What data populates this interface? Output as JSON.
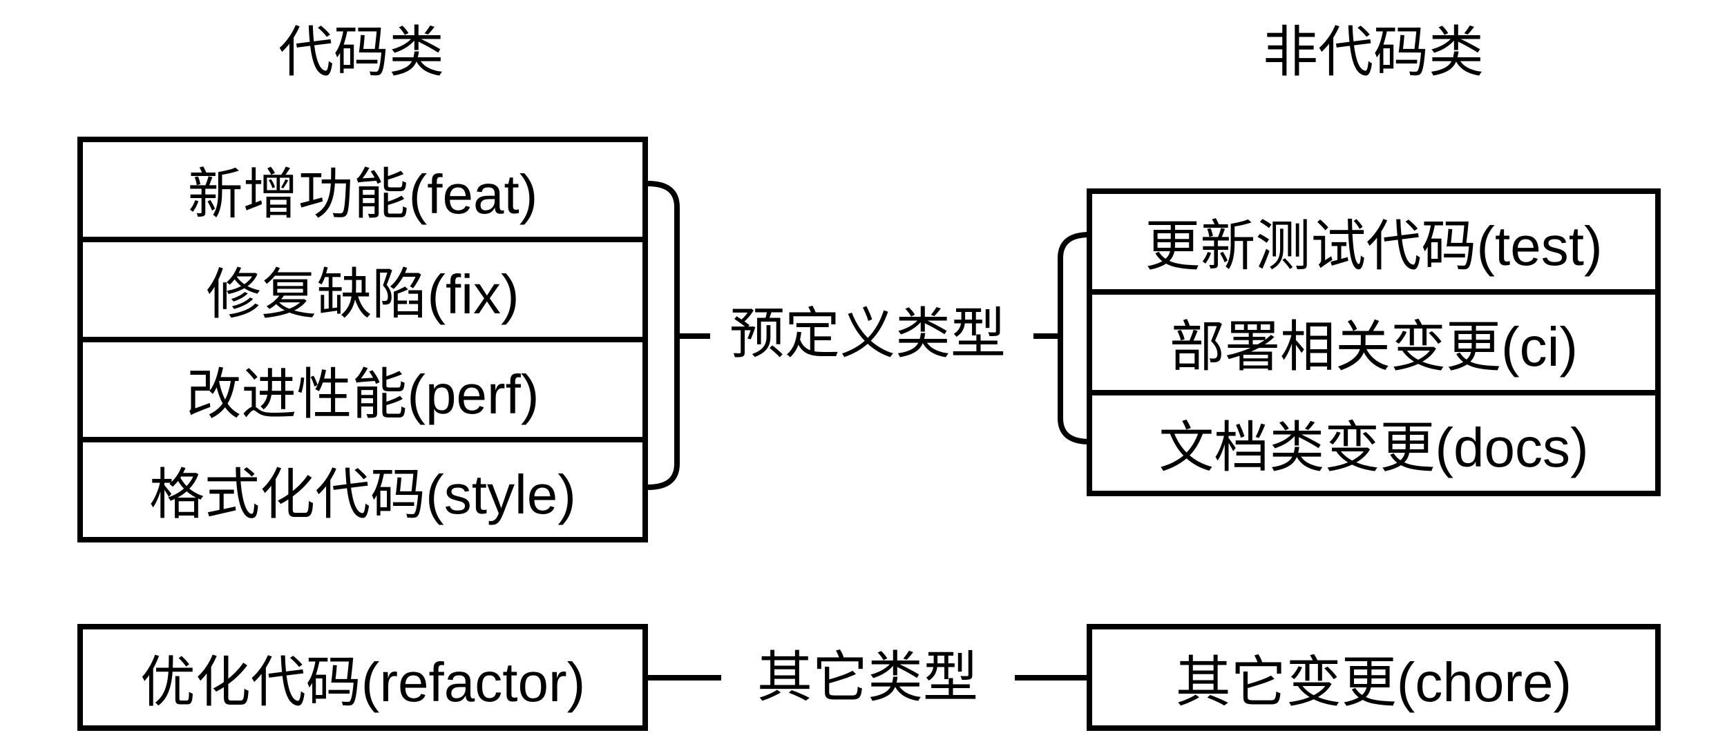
{
  "diagram": {
    "left_column_title": "代码类",
    "right_column_title": "非代码类",
    "predefined_label": "预定义类型",
    "other_label": "其它类型",
    "code_type_rows": [
      "新增功能(feat)",
      "修复缺陷(fix)",
      "改进性能(perf)",
      "格式化代码(style)"
    ],
    "non_code_type_rows": [
      "更新测试代码(test)",
      "部署相关变更(ci)",
      "文档类变更(docs)"
    ],
    "other_code_type": "优化代码(refactor)",
    "other_non_code_type": "其它变更(chore)",
    "colors": {
      "stroke": "#000000",
      "background": "#ffffff",
      "text": "#000000"
    }
  }
}
